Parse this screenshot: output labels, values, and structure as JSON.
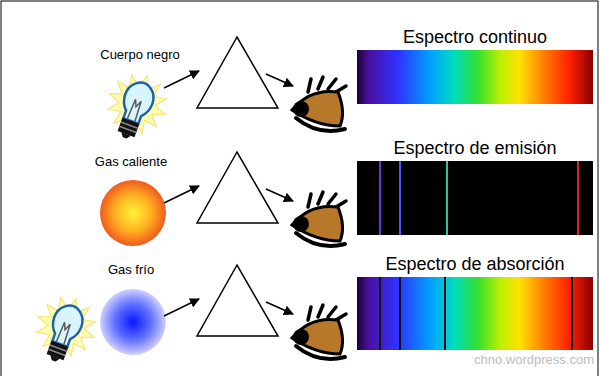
{
  "diagram": {
    "nodes": [
      {
        "text": [
          "Cuerpo negro"
        ]
      },
      {
        "text": [
          "Espectro continuo"
        ]
      },
      {
        "text": [
          "Gas caliente"
        ]
      },
      {
        "text": [
          "Espectro de emisión"
        ]
      },
      {
        "text": [
          "Gas frío"
        ]
      },
      {
        "text": [
          "Espectro de absorción"
        ]
      }
    ],
    "labels": [
      "chno.wordpress.com"
    ]
  }
}
